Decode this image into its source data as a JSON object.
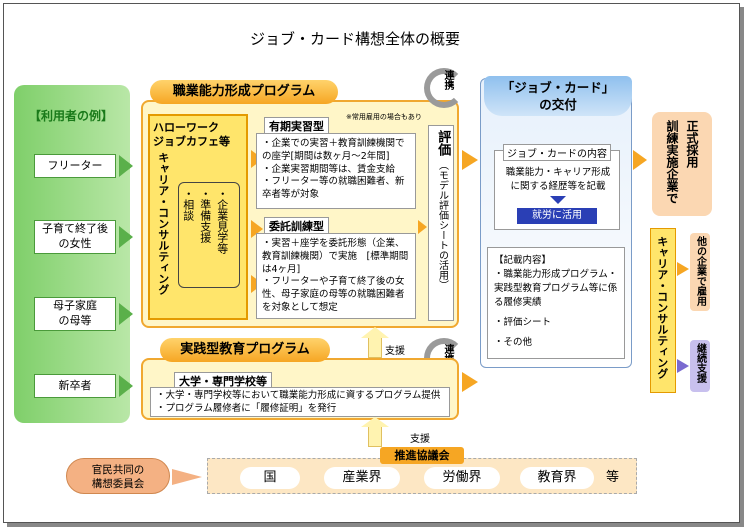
{
  "title": "ジョブ・カード構想全体の概要",
  "users": {
    "heading": "【利用者の例】",
    "items": [
      "フリーター",
      "子育て終了後\nの女性",
      "母子家庭\nの母等",
      "新卒者"
    ]
  },
  "program": {
    "title": "職業能力形成プログラム",
    "hellowork_title": "ハローワーク\nジョブカフェ等",
    "career_consulting": "キャリア・コンサルティング",
    "services": [
      "・相談",
      "・準備支援",
      "・企業見学等"
    ],
    "jisshu_type": {
      "label": "有期実習型",
      "note": "※常用雇用の場合もあり",
      "lines": [
        "・企業での実習＋教育訓練機関での座学[期間は数ヶ月～2年間]",
        "・企業実習期間等は、賃金支給",
        "・フリーター等の就職困難者、新卒者等が対象"
      ]
    },
    "itaku_type": {
      "label": "委託訓練型",
      "lines": [
        "・実習＋座学を委託形態（企業、教育訓練機関）で実施　[標準期間は4ヶ月]",
        "・フリーターや子育て終了後の女性、母子家庭の母等の就職困難者を対象として想定"
      ]
    },
    "evaluation": "評価",
    "evaluation_sub": "（モデル評価シートの活用）"
  },
  "practical": {
    "title": "実践型教育プログラム",
    "sub_label": "大学・専門学校等",
    "lines": [
      "・大学・専門学校等において職業能力形成に資するプログラム提供",
      "・プログラム履修者に「履修証明」を発行"
    ]
  },
  "linkage": "連携",
  "support": "支援",
  "job_card": {
    "title": "「ジョブ・カード」\nの交付",
    "contents_label": "ジョブ・カードの内容",
    "contents_text": "職業能力・キャリア形成に関する経歴等を記載",
    "employment_use": "就労に活用",
    "record_label": "【記載内容】",
    "records": [
      "・職業能力形成プログラム・実践型教育プログラム等に係る履修実績",
      "・評価シート",
      "・その他"
    ]
  },
  "right": {
    "employment": "正式採用",
    "employer": "訓練実施企業で",
    "other_company": "他の企業で雇用",
    "career_consulting": "キャリア・コンサルティング",
    "continued_support": "継続支援"
  },
  "council": {
    "public_private": "官民共同の\n構想委員会",
    "title": "推進協議会",
    "members": [
      "国",
      "産業界",
      "労働界",
      "教育界",
      "等"
    ]
  },
  "colors": {
    "green": "#5ab04a",
    "orange": "#f6a623",
    "yellow": "#ffe56b",
    "blue": "#8fc0ee",
    "purple": "#c8c0ee"
  }
}
